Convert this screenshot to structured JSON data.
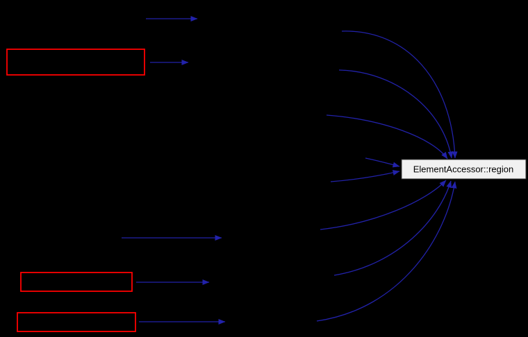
{
  "diagram": {
    "background_color": "#000000",
    "edge_color": "#2222aa",
    "target_node": {
      "label": "ElementAccessor::region",
      "fill_color": "#f1f1f1",
      "text_color": "#000000"
    },
    "truncated_nodes": {
      "count": 3,
      "border_color": "#ff0000"
    },
    "edge_counts": {
      "straight": 5,
      "curved": 8
    }
  }
}
